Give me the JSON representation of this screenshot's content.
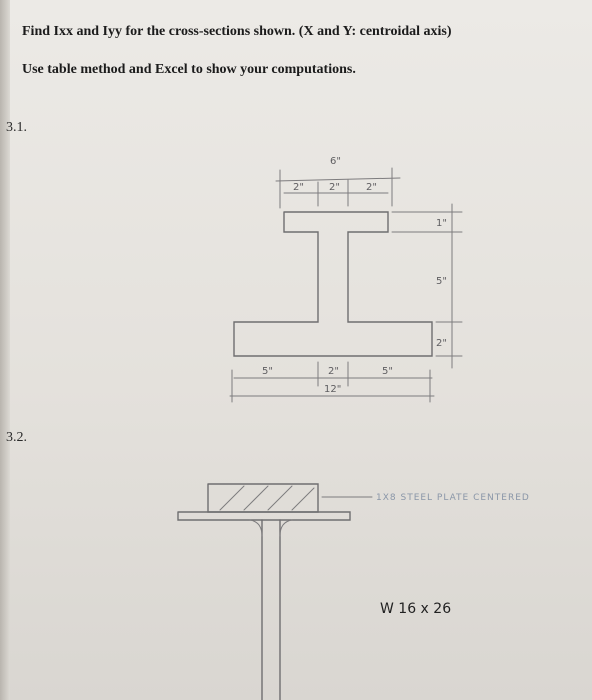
{
  "instructions": {
    "line1": "Find Ixx and Iyy for the cross-sections shown. (X and Y: centroidal axis)",
    "line2": "Use table method and Excel to show your computations."
  },
  "problems": [
    {
      "number": "3.1.",
      "dimensions": {
        "top_total": "6\"",
        "top_left": "2\"",
        "top_mid": "2\"",
        "top_right": "2\"",
        "flange_thick": "1\"",
        "web_height": "5\"",
        "bottom_thick": "2\"",
        "bot_left": "5\"",
        "bot_mid": "2\"",
        "bot_right": "5\"",
        "bot_total": "12\""
      }
    },
    {
      "number": "3.2.",
      "note": "1X8 STEEL PLATE CENTERED",
      "section": "W 16 x 26"
    }
  ]
}
